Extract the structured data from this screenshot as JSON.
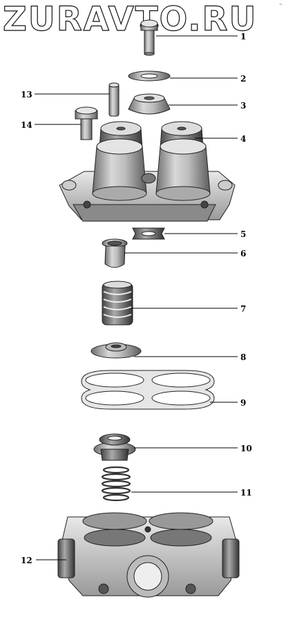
{
  "watermark": "ZURAVTO.RU",
  "corner_mark": "~",
  "callouts": [
    {
      "id": "1",
      "label": "1"
    },
    {
      "id": "2",
      "label": "2"
    },
    {
      "id": "3",
      "label": "3"
    },
    {
      "id": "4",
      "label": "4"
    },
    {
      "id": "5",
      "label": "5"
    },
    {
      "id": "6",
      "label": "6"
    },
    {
      "id": "7",
      "label": "7"
    },
    {
      "id": "8",
      "label": "8"
    },
    {
      "id": "9",
      "label": "9"
    },
    {
      "id": "10",
      "label": "10"
    },
    {
      "id": "11",
      "label": "11"
    },
    {
      "id": "12",
      "label": "12"
    },
    {
      "id": "13",
      "label": "13"
    },
    {
      "id": "14",
      "label": "14"
    }
  ]
}
